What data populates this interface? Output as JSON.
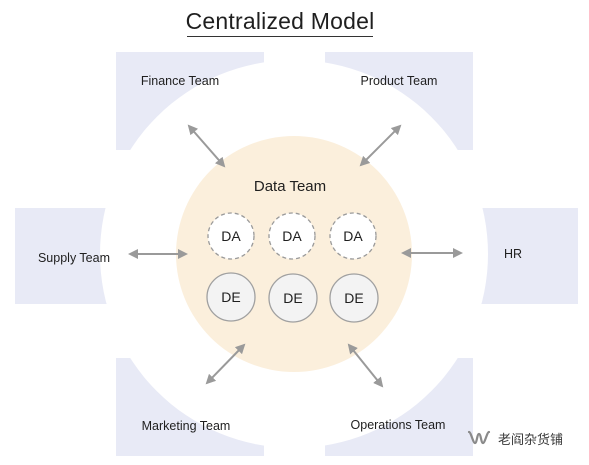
{
  "title": "Centralized Model",
  "core": {
    "label": "Data Team",
    "analysts": [
      "DA",
      "DA",
      "DA"
    ],
    "engineers": [
      "DE",
      "DE",
      "DE"
    ]
  },
  "teams": {
    "finance": "Finance Team",
    "product": "Product Team",
    "supply": "Supply Team",
    "hr": "HR",
    "marketing": "Marketing Team",
    "operations": "Operations Team"
  },
  "watermark": {
    "text": "老阎杂货铺",
    "icon": "wechat-channel-icon"
  },
  "colors": {
    "team_box": "#e8eaf6",
    "core_fill": "#fbefdc",
    "ring_fill": "#ffffff",
    "arrow": "#9a9a9a",
    "da_dash": "#9a9a9a",
    "de_fill": "#f3f3f3"
  }
}
